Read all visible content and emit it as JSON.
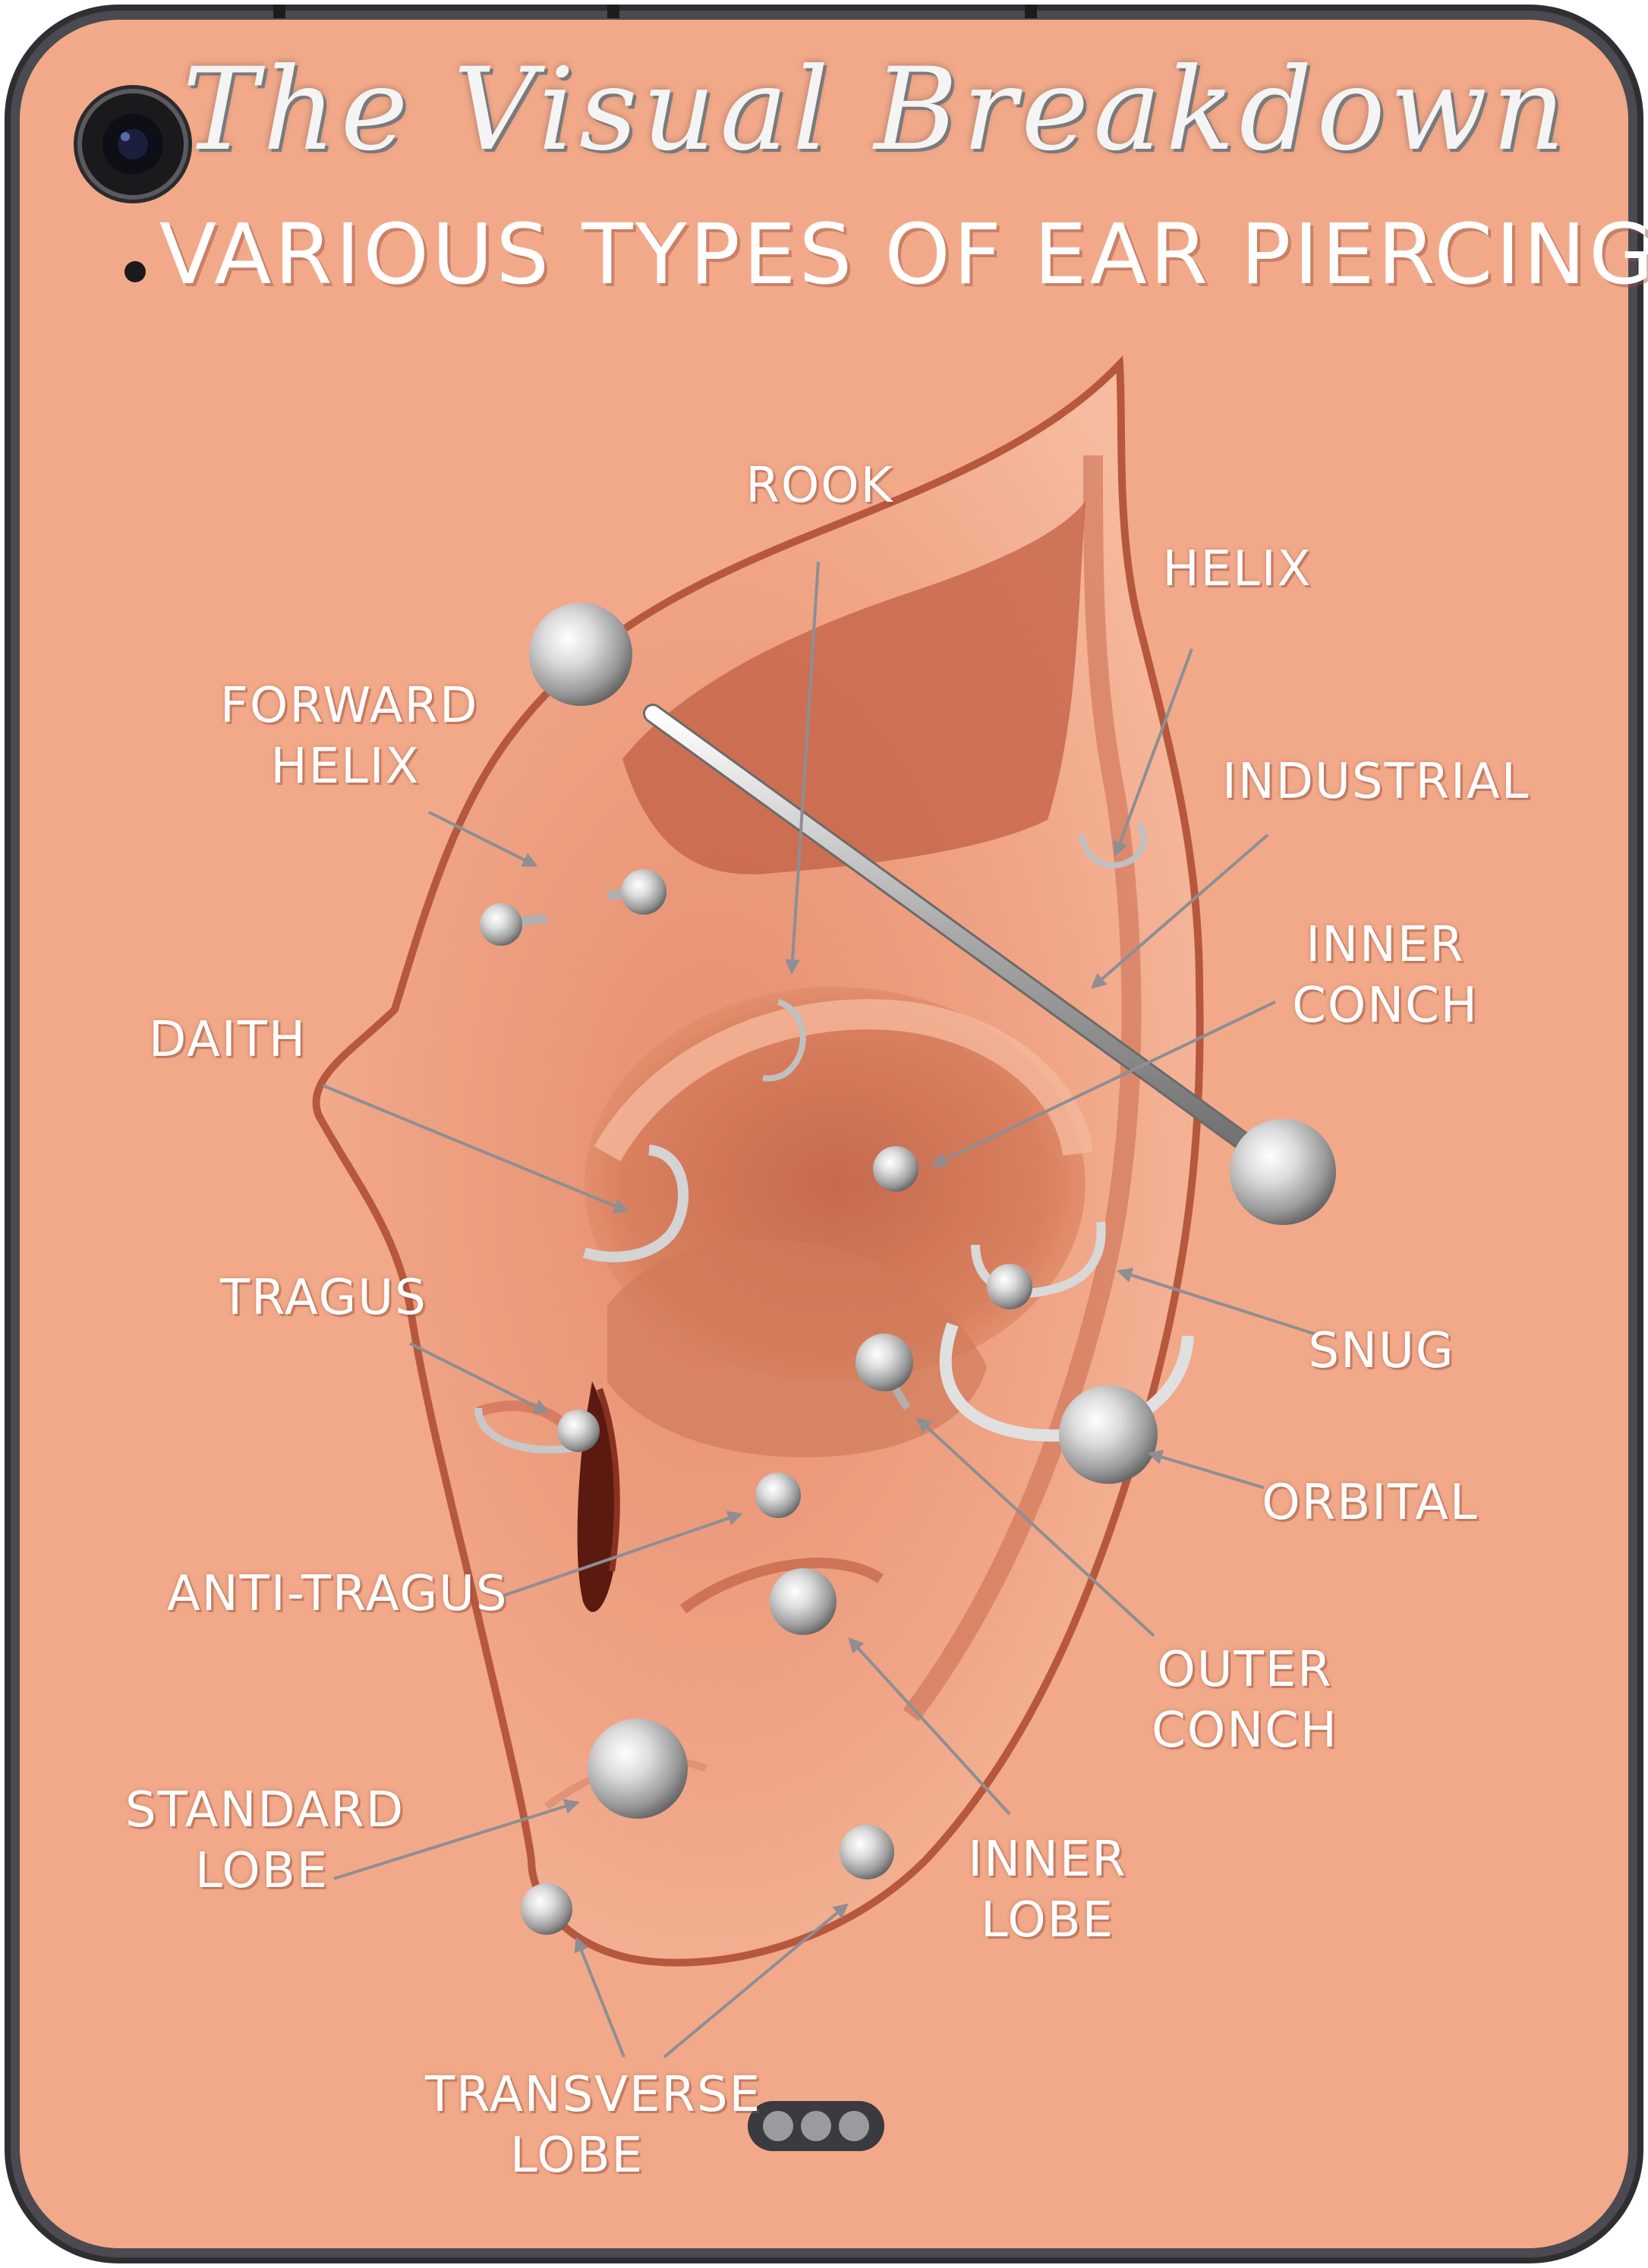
{
  "title": {
    "main": "The Visual Breakdown",
    "subtitle": "VARIOUS TYPES OF EAR PIERCINGS"
  },
  "labels": {
    "rook": [
      "ROOK"
    ],
    "helix": [
      "HELIX"
    ],
    "forward_helix": [
      "FORWARD",
      "HELIX"
    ],
    "industrial": [
      "INDUSTRIAL"
    ],
    "inner_conch": [
      "INNER",
      "CONCH"
    ],
    "daith": [
      "DAITH"
    ],
    "tragus": [
      "TRAGUS"
    ],
    "snug": [
      "SNUG"
    ],
    "orbital": [
      "ORBITAL"
    ],
    "anti_tragus": [
      "ANTI-TRAGUS"
    ],
    "outer_conch": [
      "OUTER",
      "CONCH"
    ],
    "standard_lobe": [
      "STANDARD",
      "LOBE"
    ],
    "inner_lobe": [
      "INNER",
      "LOBE"
    ],
    "transverse_lobe": [
      "TRANSVERSE",
      "LOBE"
    ]
  },
  "colors": {
    "background": "#f2a98a",
    "device_frame": "#2e2e33",
    "skin_light": "#f5b89b",
    "skin_shadow": "#b9563c",
    "metal": "#c8c8c8",
    "arrow": "#8e8e93"
  }
}
